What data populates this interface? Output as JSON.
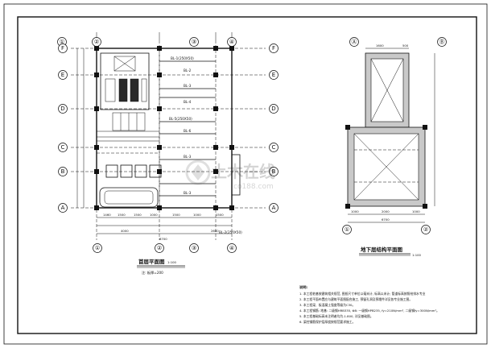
{
  "drawing": {
    "plan1": {
      "title": "首层平面图",
      "scale": "1:100",
      "subtitle": "注: 板厚=200",
      "axes_top": [
        "①",
        "②",
        "③",
        "④"
      ],
      "axes_bottom": [
        "①",
        "②",
        "③",
        "④"
      ],
      "axes_left": [
        "F",
        "E",
        "D",
        "C",
        "B",
        "A"
      ],
      "axes_right": [
        "F",
        "E",
        "D",
        "C",
        "B",
        "A"
      ],
      "beams": [
        "BL-1(250X50)",
        "BL-2",
        "BL-3",
        "BL-4",
        "BL-5(250X50)",
        "BL-6",
        "BL-3",
        "BL-3",
        "BL-2(250X50)"
      ],
      "dims_bottom": [
        "1460",
        "1500",
        "1500",
        "1000",
        "1500",
        "1000",
        "1500"
      ],
      "dims_total": [
        "4000",
        "2600",
        "8700"
      ]
    },
    "plan2": {
      "title": "地下层结构平面图",
      "scale": "1:100",
      "dims_top": [
        "1600",
        "500"
      ],
      "dims_bottom": [
        "1000",
        "2000",
        "1000"
      ],
      "dim_total": "6700"
    },
    "notes": {
      "heading": "说明:",
      "items": [
        "1. 本工程桩基按建筑相关规范, 图纸尺寸单位以毫米计, 标高以米计; 管道标高按照给排水专业",
        "2. 本工程平面布置应与建筑平面图配合施工, 预留孔洞及预埋件详见各专业施工图。",
        "3. 本工程梁、板混凝土强度等级为C30。",
        "4. 本工程钢筋: 地基: 二级钢HRB335, Φ8: 一级钢HPB235, fy=210N/mm², 二级钢fy=300N/mm²。",
        "5. 本工程基础标高未注明者均为-1.800, 详见基础图。",
        "6. 梁柱钢筋保护层厚度按规范要求施工。"
      ]
    },
    "watermark": {
      "brand": "土木在线",
      "url": "co188.com"
    }
  }
}
